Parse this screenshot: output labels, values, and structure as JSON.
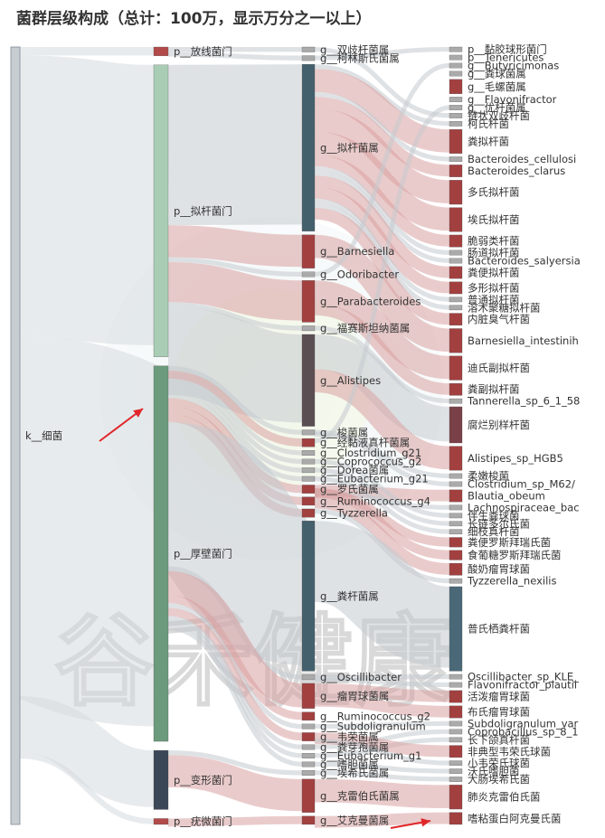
{
  "title": "菌群层级构成（总计：100万，显示万分之一以上）",
  "watermark": "谷禾健康",
  "chart_data": {
    "type": "sankey",
    "title": "菌群层级构成（总计：100万，显示万分之一以上）",
    "total": "100万",
    "levels": [
      {
        "name": "kingdom",
        "nodes": [
          {
            "label": "k__细菌",
            "value": 100,
            "color": "#c8cdd2"
          }
        ]
      },
      {
        "name": "phylum",
        "nodes": [
          {
            "label": "p__放线菌门",
            "value": 1.2,
            "color": "#b24a4a"
          },
          {
            "label": "p__拟杆菌门",
            "value": 39.5,
            "color": "#a8ccb4"
          },
          {
            "label": "p__厚壁菌门",
            "value": 50.8,
            "color": "#6b9a7c"
          },
          {
            "label": "p__变形菌门",
            "value": 8.0,
            "color": "#3b4657"
          },
          {
            "label": "p__疣微菌门",
            "value": 0.8,
            "color": "#b24a4a"
          }
        ]
      },
      {
        "name": "genus",
        "nodes": [
          {
            "label": "g__双歧杆菌属",
            "value": 0.6,
            "color": "#aaaaaa"
          },
          {
            "label": "g__柯林斯氏菌属",
            "value": 0.6,
            "color": "#aaaaaa"
          },
          {
            "label": "g__拟杆菌属",
            "value": 20.0,
            "color": "#44606c"
          },
          {
            "label": "g__Barnesiella",
            "value": 4.0,
            "color": "#a24040"
          },
          {
            "label": "g__Odoribacter",
            "value": 0.6,
            "color": "#aaaaaa"
          },
          {
            "label": "g__Parabacteroides",
            "value": 5.0,
            "color": "#a24040"
          },
          {
            "label": "g__福赛斯坦纳菌属",
            "value": 0.6,
            "color": "#aaaaaa"
          },
          {
            "label": "g__Alistipes",
            "value": 11.0,
            "color": "#5a4e52"
          },
          {
            "label": "g__梭菌属",
            "value": 0.6,
            "color": "#aaaaaa"
          },
          {
            "label": "g__经黏液真杆菌属",
            "value": 1.0,
            "color": "#a24040"
          },
          {
            "label": "g__Clostridium_g21",
            "value": 0.6,
            "color": "#aaaaaa"
          },
          {
            "label": "g__Coprococcus_g2",
            "value": 0.6,
            "color": "#aaaaaa"
          },
          {
            "label": "g__Dorea菌属",
            "value": 0.6,
            "color": "#aaaaaa"
          },
          {
            "label": "g__Eubacterium_g21",
            "value": 0.6,
            "color": "#aaaaaa"
          },
          {
            "label": "g__罗氏菌属",
            "value": 1.0,
            "color": "#a24040"
          },
          {
            "label": "g__Ruminococcus_g4",
            "value": 1.0,
            "color": "#a24040"
          },
          {
            "label": "g__Tyzzerella",
            "value": 1.0,
            "color": "#a24040"
          },
          {
            "label": "g__粪杆菌属",
            "value": 18.0,
            "color": "#44606c"
          },
          {
            "label": "g__Oscillibacter",
            "value": 0.6,
            "color": "#aaaaaa"
          },
          {
            "label": "g__瘤胃球菌属",
            "value": 3.0,
            "color": "#a24040"
          },
          {
            "label": "g__Ruminococcus_g2",
            "value": 1.0,
            "color": "#a24040"
          },
          {
            "label": "g__Subdoligranulum",
            "value": 0.6,
            "color": "#aaaaaa"
          },
          {
            "label": "g__韦荣菌属",
            "value": 1.0,
            "color": "#a24040"
          },
          {
            "label": "g__粪芽孢菌属",
            "value": 0.6,
            "color": "#aaaaaa"
          },
          {
            "label": "g__Eubacterium_g1",
            "value": 0.6,
            "color": "#aaaaaa"
          },
          {
            "label": "g__嗜胆菌属",
            "value": 0.6,
            "color": "#aaaaaa"
          },
          {
            "label": "g__埃希氏菌属",
            "value": 0.6,
            "color": "#aaaaaa"
          },
          {
            "label": "g__克雷伯氏菌属",
            "value": 4.0,
            "color": "#a24040"
          },
          {
            "label": "g__艾克曼菌属",
            "value": 1.0,
            "color": "#a24040"
          }
        ]
      },
      {
        "name": "species",
        "nodes": [
          {
            "label": "p__黏胶球形菌门",
            "value": 0.4,
            "color": "#aaaaaa"
          },
          {
            "label": "p__Tenericutes",
            "value": 0.4,
            "color": "#aaaaaa"
          },
          {
            "label": "g__Butyricimonas",
            "value": 0.4,
            "color": "#aaaaaa"
          },
          {
            "label": "g__粪球菌属",
            "value": 0.4,
            "color": "#aaaaaa"
          },
          {
            "label": "g__毛螺菌属",
            "value": 1.2,
            "color": "#a24040"
          },
          {
            "label": "g__Flavonifractor",
            "value": 0.4,
            "color": "#aaaaaa"
          },
          {
            "label": "g__优杆菌属",
            "value": 0.4,
            "color": "#aaaaaa"
          },
          {
            "label": "链状双歧杆菌",
            "value": 0.4,
            "color": "#aaaaaa"
          },
          {
            "label": "柯氏杆菌",
            "value": 0.4,
            "color": "#aaaaaa"
          },
          {
            "label": "粪拟杆菌",
            "value": 2.0,
            "color": "#a24040"
          },
          {
            "label": "Bacteroides_cellulosi",
            "value": 0.4,
            "color": "#aaaaaa"
          },
          {
            "label": "Bacteroides_clarus",
            "value": 1.0,
            "color": "#a24040"
          },
          {
            "label": "多氏拟杆菌",
            "value": 2.0,
            "color": "#a24040"
          },
          {
            "label": "埃氏拟杆菌",
            "value": 2.0,
            "color": "#a24040"
          },
          {
            "label": "脆弱类杆菌",
            "value": 1.0,
            "color": "#a24040"
          },
          {
            "label": "肠道拟杆菌",
            "value": 0.4,
            "color": "#aaaaaa"
          },
          {
            "label": "Bacteroides_salyersia",
            "value": 0.4,
            "color": "#aaaaaa"
          },
          {
            "label": "粪便拟杆菌",
            "value": 1.0,
            "color": "#a24040"
          },
          {
            "label": "多形拟杆菌",
            "value": 1.0,
            "color": "#a24040"
          },
          {
            "label": "普通拟杆菌",
            "value": 0.4,
            "color": "#aaaaaa"
          },
          {
            "label": "溶木聚糖拟杆菌",
            "value": 0.4,
            "color": "#aaaaaa"
          },
          {
            "label": "内脏臭气杆菌",
            "value": 1.0,
            "color": "#a24040"
          },
          {
            "label": "Barnesiella_intestinih",
            "value": 2.0,
            "color": "#a24040"
          },
          {
            "label": "迪氏副拟杆菌",
            "value": 2.0,
            "color": "#a24040"
          },
          {
            "label": "粪副拟杆菌",
            "value": 1.0,
            "color": "#a24040"
          },
          {
            "label": "Tannerella_sp_6_1_58",
            "value": 0.4,
            "color": "#aaaaaa"
          },
          {
            "label": "腐烂别样杆菌",
            "value": 3.0,
            "color": "#7a4048"
          },
          {
            "label": "Alistipes_sp_HGB5",
            "value": 2.0,
            "color": "#a24040"
          },
          {
            "label": "柔嫩梭菌",
            "value": 0.4,
            "color": "#aaaaaa"
          },
          {
            "label": "Clostridium_sp_M62/",
            "value": 0.4,
            "color": "#aaaaaa"
          },
          {
            "label": "Blautia_obeum",
            "value": 1.0,
            "color": "#a24040"
          },
          {
            "label": "Lachnospiraceae_bac",
            "value": 0.4,
            "color": "#aaaaaa"
          },
          {
            "label": "伴生粪球菌",
            "value": 0.4,
            "color": "#aaaaaa"
          },
          {
            "label": "长链多尔氏菌",
            "value": 0.4,
            "color": "#aaaaaa"
          },
          {
            "label": "细枝真杆菌",
            "value": 0.4,
            "color": "#aaaaaa"
          },
          {
            "label": "粪便罗斯拜瑞氏菌",
            "value": 0.8,
            "color": "#a24040"
          },
          {
            "label": "食葡糖罗斯拜瑞氏菌",
            "value": 0.8,
            "color": "#a24040"
          },
          {
            "label": "酸奶瘤胃球菌",
            "value": 1.0,
            "color": "#a24040"
          },
          {
            "label": "Tyzzerella_nexilis",
            "value": 0.4,
            "color": "#aaaaaa"
          },
          {
            "label": "普氏栖粪杆菌",
            "value": 7.0,
            "color": "#4a6878"
          },
          {
            "label": "Oscillibacter_sp_KLE_",
            "value": 0.4,
            "color": "#aaaaaa"
          },
          {
            "label": "Flavonifractor_plautii",
            "value": 0.4,
            "color": "#aaaaaa"
          },
          {
            "label": "活泼瘤胃球菌",
            "value": 1.0,
            "color": "#a24040"
          },
          {
            "label": "布氏瘤胃球菌",
            "value": 1.0,
            "color": "#a24040"
          },
          {
            "label": "Subdoligranulum_var",
            "value": 0.4,
            "color": "#aaaaaa"
          },
          {
            "label": "Coprobacillus_sp_8_1",
            "value": 0.4,
            "color": "#aaaaaa"
          },
          {
            "label": "长下颌真杆菌",
            "value": 0.4,
            "color": "#aaaaaa"
          },
          {
            "label": "非典型韦荣氏球菌",
            "value": 1.0,
            "color": "#a24040"
          },
          {
            "label": "小韦荣氏球菌",
            "value": 0.4,
            "color": "#aaaaaa"
          },
          {
            "label": "沃氏嗜胆菌",
            "value": 0.4,
            "color": "#aaaaaa"
          },
          {
            "label": "大肠埃希氏菌",
            "value": 0.4,
            "color": "#aaaaaa"
          },
          {
            "label": "肺炎克雷伯氏菌",
            "value": 2.0,
            "color": "#a24040"
          },
          {
            "label": "嗜粘蛋白阿克曼氏菌",
            "value": 1.0,
            "color": "#a24040"
          }
        ]
      }
    ],
    "links": [
      [
        0,
        0,
        1,
        0
      ],
      [
        0,
        0,
        1,
        1
      ],
      [
        0,
        0,
        1,
        2
      ],
      [
        0,
        0,
        1,
        3
      ],
      [
        0,
        0,
        1,
        4
      ],
      [
        1,
        0,
        2,
        0
      ],
      [
        1,
        0,
        2,
        1
      ],
      [
        1,
        1,
        2,
        2
      ],
      [
        1,
        1,
        2,
        3
      ],
      [
        1,
        1,
        2,
        4
      ],
      [
        1,
        1,
        2,
        5
      ],
      [
        1,
        1,
        2,
        6
      ],
      [
        1,
        1,
        2,
        7
      ],
      [
        1,
        2,
        2,
        8
      ],
      [
        1,
        2,
        2,
        9
      ],
      [
        1,
        2,
        2,
        10
      ],
      [
        1,
        2,
        2,
        11
      ],
      [
        1,
        2,
        2,
        12
      ],
      [
        1,
        2,
        2,
        13
      ],
      [
        1,
        2,
        2,
        14
      ],
      [
        1,
        2,
        2,
        15
      ],
      [
        1,
        2,
        2,
        16
      ],
      [
        1,
        2,
        2,
        17
      ],
      [
        1,
        2,
        2,
        18
      ],
      [
        1,
        2,
        2,
        19
      ],
      [
        1,
        2,
        2,
        20
      ],
      [
        1,
        2,
        2,
        21
      ],
      [
        1,
        2,
        2,
        22
      ],
      [
        1,
        2,
        2,
        23
      ],
      [
        1,
        2,
        2,
        24
      ],
      [
        1,
        2,
        2,
        25
      ],
      [
        1,
        3,
        2,
        26
      ],
      [
        1,
        3,
        2,
        27
      ],
      [
        1,
        4,
        2,
        28
      ],
      [
        2,
        0,
        3,
        7
      ],
      [
        2,
        1,
        3,
        0
      ],
      [
        2,
        2,
        3,
        8
      ],
      [
        2,
        2,
        3,
        9
      ],
      [
        2,
        2,
        3,
        10
      ],
      [
        2,
        2,
        3,
        11
      ],
      [
        2,
        2,
        3,
        12
      ],
      [
        2,
        2,
        3,
        13
      ],
      [
        2,
        2,
        3,
        14
      ],
      [
        2,
        2,
        3,
        15
      ],
      [
        2,
        2,
        3,
        16
      ],
      [
        2,
        2,
        3,
        17
      ],
      [
        2,
        2,
        3,
        18
      ],
      [
        2,
        2,
        3,
        19
      ],
      [
        2,
        2,
        3,
        20
      ],
      [
        2,
        2,
        3,
        21
      ],
      [
        2,
        3,
        3,
        22
      ],
      [
        2,
        4,
        3,
        2
      ],
      [
        2,
        5,
        3,
        23
      ],
      [
        2,
        5,
        3,
        24
      ],
      [
        2,
        6,
        3,
        25
      ],
      [
        2,
        7,
        3,
        26
      ],
      [
        2,
        7,
        3,
        27
      ],
      [
        2,
        8,
        3,
        28
      ],
      [
        2,
        8,
        3,
        29
      ],
      [
        2,
        9,
        3,
        6
      ],
      [
        2,
        14,
        3,
        30
      ],
      [
        2,
        14,
        3,
        31
      ],
      [
        2,
        11,
        3,
        32
      ],
      [
        2,
        12,
        3,
        33
      ],
      [
        2,
        13,
        3,
        34
      ],
      [
        2,
        14,
        3,
        35
      ],
      [
        2,
        14,
        3,
        36
      ],
      [
        2,
        15,
        3,
        37
      ],
      [
        2,
        16,
        3,
        38
      ],
      [
        2,
        17,
        3,
        39
      ],
      [
        2,
        18,
        3,
        40
      ],
      [
        2,
        18,
        3,
        41
      ],
      [
        2,
        19,
        3,
        42
      ],
      [
        2,
        19,
        3,
        43
      ],
      [
        2,
        21,
        3,
        44
      ],
      [
        2,
        23,
        3,
        45
      ],
      [
        2,
        24,
        3,
        46
      ],
      [
        2,
        22,
        3,
        47
      ],
      [
        2,
        22,
        3,
        48
      ],
      [
        2,
        25,
        3,
        49
      ],
      [
        2,
        26,
        3,
        50
      ],
      [
        2,
        27,
        3,
        51
      ],
      [
        2,
        28,
        3,
        52
      ]
    ]
  }
}
